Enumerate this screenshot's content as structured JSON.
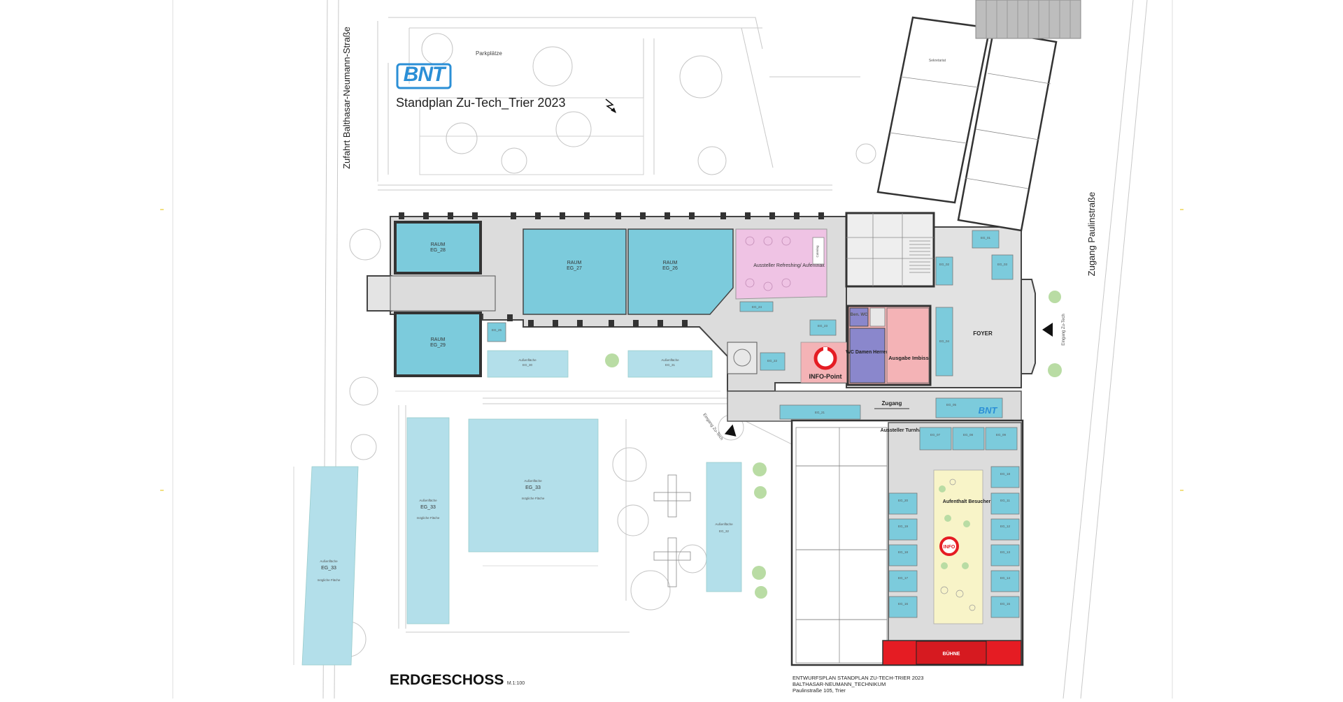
{
  "logo": {
    "text": "BNT",
    "color": "#2b8fd6"
  },
  "title": "Standplan Zu-Tech_Trier 2023",
  "parking": "Parkplätze",
  "streets": {
    "left": "Zufahrt Balthasar-Neumann-Straße",
    "right": "Zugang Paulinstraße"
  },
  "entrances": {
    "right": "Eingang Zu-Tech",
    "bottom": "Eingang Zu-Tech",
    "passage": "Zugang"
  },
  "areas": {
    "raum_28": {
      "name": "RAUM",
      "code": "EG_28"
    },
    "raum_29": {
      "name": "RAUM",
      "code": "EG_29"
    },
    "raum_27": {
      "name": "RAUM",
      "code": "EG_27"
    },
    "raum_26": {
      "name": "RAUM",
      "code": "EG_26"
    },
    "refresh": {
      "name": "Aussteller Refreshing/ Aufenthalt"
    },
    "catering": "Catering",
    "wc_ben": "Ben. WC",
    "wc_dh": "WC Damen Herren",
    "imbiss": "Ausgabe Imbiss",
    "info": "INFO-Point",
    "foyer": "FOYER",
    "turnhalle": "Aussteller Turnhalle",
    "aufenthalt": "Aufenthalt Besucher",
    "info_small": "INFO",
    "buehne": "BÜHNE",
    "outdoor_label": "Außenfläche",
    "outdoor_sub": "mögliche Fläche",
    "codes": {
      "eg30": "EG_30",
      "eg31": "EG_31",
      "eg32": "EG_32",
      "eg33": "EG_33",
      "eg25": "EG_25",
      "eg24": "EG_24",
      "eg23": "EG_23",
      "eg22": "EG_22",
      "eg21": "EG_21",
      "eg01": "EG_01",
      "eg02": "EG_02",
      "eg03": "EG_03",
      "eg04": "EG_04",
      "eg05": "EG_05",
      "eg06": "EG_06",
      "eg07": "EG_07",
      "eg08": "EG_08",
      "eg09": "EG_09",
      "eg10": "EG_10",
      "eg11": "EG_11",
      "eg12": "EG_12",
      "eg13": "EG_13",
      "eg14": "EG_14",
      "eg15": "EG_15",
      "eg16": "EG_16",
      "eg17": "EG_17",
      "eg18": "EG_18",
      "eg19": "EG_19",
      "eg20": "EG_20"
    }
  },
  "sekretariat": "Sekretariat",
  "floor": {
    "name": "ERDGESCHOSS",
    "scale": "M.1:100"
  },
  "plan_info": {
    "line1": "ENTWURFSPLAN   STANDPLAN ZU-TECH-TRIER 2023",
    "line2": "BALTHASAR-NEUMANN_TECHNIKUM",
    "line3": "Paulinstraße 105, Trier"
  },
  "colors": {
    "room_blue": "#7ccbdc",
    "outdoor_blue": "#b3dfea",
    "pink": "#efc3e4",
    "purple": "#8a87cc",
    "salmon": "#f4b3b6",
    "cream": "#f8f4c8",
    "stage_red": "#e51c23",
    "corridor": "#dcdcdc"
  }
}
